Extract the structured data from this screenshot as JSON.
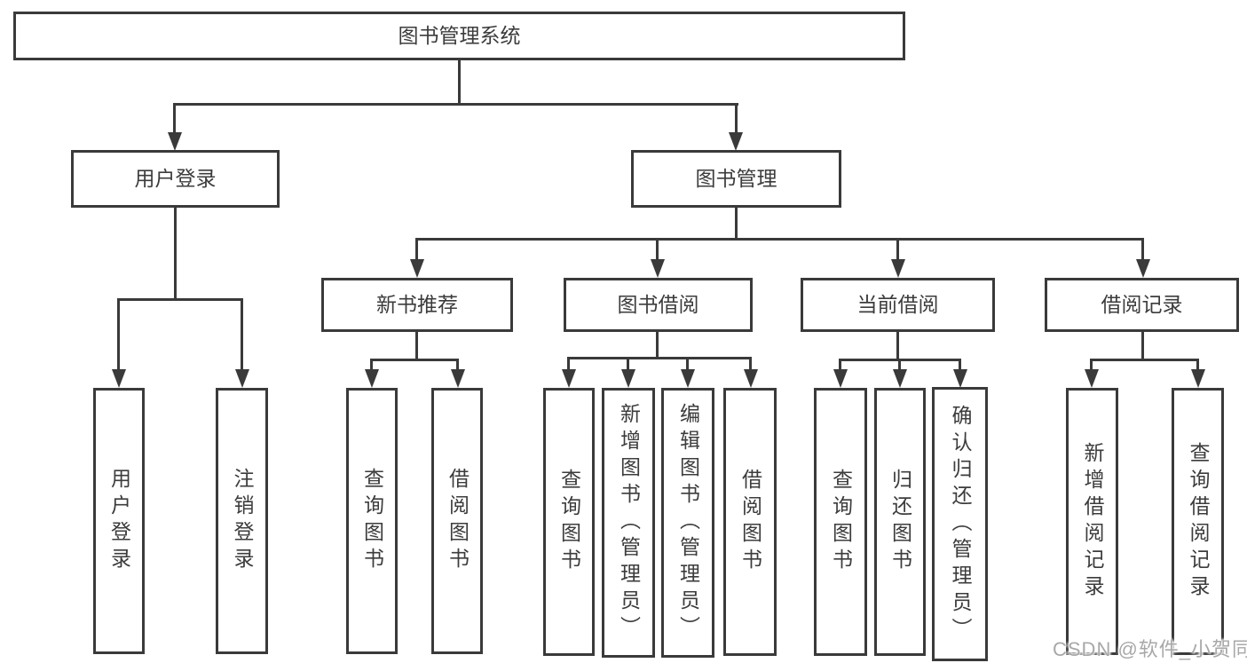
{
  "diagram_type": "hierarchy-tree",
  "hierarchy": {
    "label": "图书管理系统",
    "children": [
      {
        "label": "用户登录",
        "children": [
          {
            "label": "用户登录"
          },
          {
            "label": "注销登录"
          }
        ]
      },
      {
        "label": "图书管理",
        "children": [
          {
            "label": "新书推荐",
            "children": [
              {
                "label": "查询图书"
              },
              {
                "label": "借阅图书"
              }
            ]
          },
          {
            "label": "图书借阅",
            "children": [
              {
                "label": "查询图书"
              },
              {
                "label": "新增图书（管理员）"
              },
              {
                "label": "编辑图书（管理员）"
              },
              {
                "label": "借阅图书"
              }
            ]
          },
          {
            "label": "当前借阅",
            "children": [
              {
                "label": "查询图书"
              },
              {
                "label": "归还图书"
              },
              {
                "label": "确认归还（管理员）"
              }
            ]
          },
          {
            "label": "借阅记录",
            "children": [
              {
                "label": "新增借阅记录"
              },
              {
                "label": "查询借阅记录"
              }
            ]
          }
        ]
      }
    ]
  },
  "watermark": "CSDN @软件_小贺同学",
  "colors": {
    "line": "#3a3a3a",
    "text": "#3c3c3c",
    "background": "#ffffff",
    "watermark": "#a8a8a8"
  }
}
